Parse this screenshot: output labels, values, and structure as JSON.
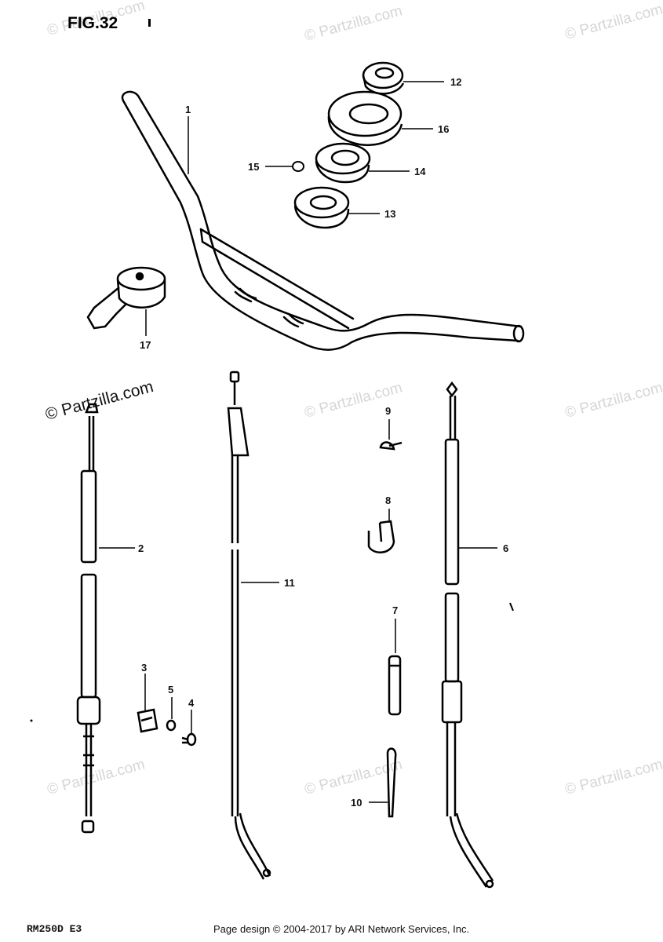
{
  "figure_title": "FIG.32",
  "watermark_text": "© Partzilla.com",
  "model_code": "RM250D  E3",
  "footer_credit": "Page design © 2004-2017 by ARI Network Services, Inc.",
  "callouts": [
    {
      "id": "1",
      "part": "handlebar"
    },
    {
      "id": "2",
      "part": "left-control-cable"
    },
    {
      "id": "3",
      "part": "cable-guide"
    },
    {
      "id": "4",
      "part": "screw"
    },
    {
      "id": "5",
      "part": "washer"
    },
    {
      "id": "6",
      "part": "right-control-cable"
    },
    {
      "id": "7",
      "part": "cable-boot"
    },
    {
      "id": "8",
      "part": "clamp"
    },
    {
      "id": "9",
      "part": "screw"
    },
    {
      "id": "10",
      "part": "cable-tie"
    },
    {
      "id": "11",
      "part": "center-control-cable"
    },
    {
      "id": "12",
      "part": "nut"
    },
    {
      "id": "13",
      "part": "seal"
    },
    {
      "id": "14",
      "part": "washer"
    },
    {
      "id": "15",
      "part": "nut"
    },
    {
      "id": "16",
      "part": "cushion"
    },
    {
      "id": "17",
      "part": "throttle-grip"
    }
  ]
}
